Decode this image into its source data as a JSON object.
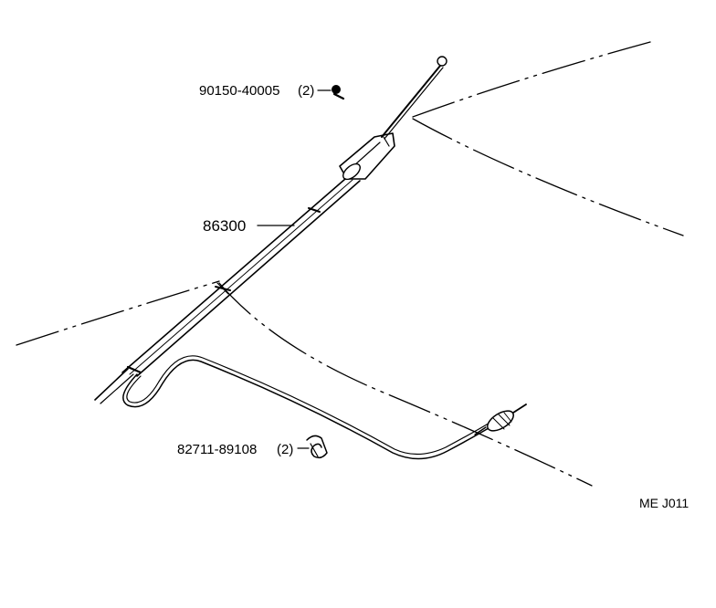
{
  "parts": [
    {
      "id": "screw",
      "number": "90150-40005",
      "qty": "(2)"
    },
    {
      "id": "antenna",
      "number": "86300",
      "qty": ""
    },
    {
      "id": "clamp",
      "number": "82711-89108",
      "qty": "(2)"
    }
  ],
  "diagram_code": "ME J011"
}
